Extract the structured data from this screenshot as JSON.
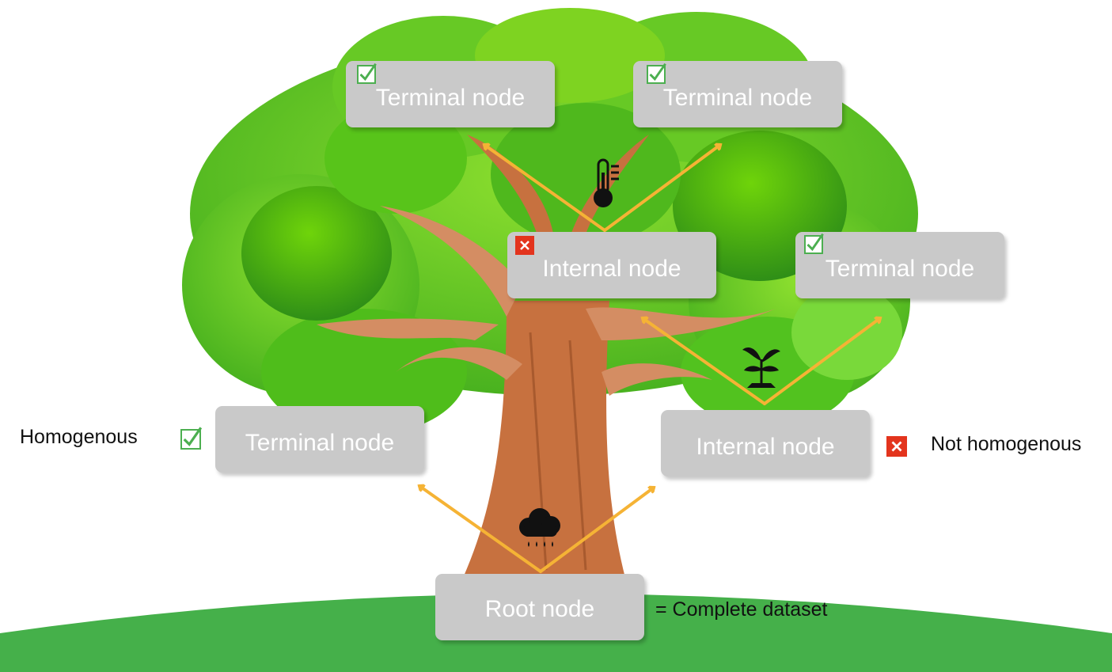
{
  "nodes": {
    "terminal_top_left": "Terminal node",
    "terminal_top_right": "Terminal node",
    "internal_middle": "Internal node",
    "terminal_middle_right": "Terminal node",
    "terminal_lower_left": "Terminal node",
    "internal_lower_right": "Internal node",
    "root": "Root node"
  },
  "legend": {
    "homogenous": "Homogenous",
    "not_homogenous": "Not homogenous",
    "root_meaning": "= Complete dataset"
  },
  "icons": {
    "split_root": "rain-cloud-icon",
    "split_internal_lower": "seedling-icon",
    "split_internal_middle": "thermometer-icon",
    "homogenous": "checkbox-checked-icon",
    "not_homogenous": "checkbox-cross-icon"
  },
  "colors": {
    "ground": "#45b04a",
    "foliage_light": "#7ed321",
    "foliage_dark": "#3e9a1d",
    "trunk": "#c7713f",
    "branch": "#d48d63",
    "arrow": "#f5b335",
    "node": "#c9c9c9",
    "check": "#4caf50",
    "cross": "#e3341d"
  }
}
